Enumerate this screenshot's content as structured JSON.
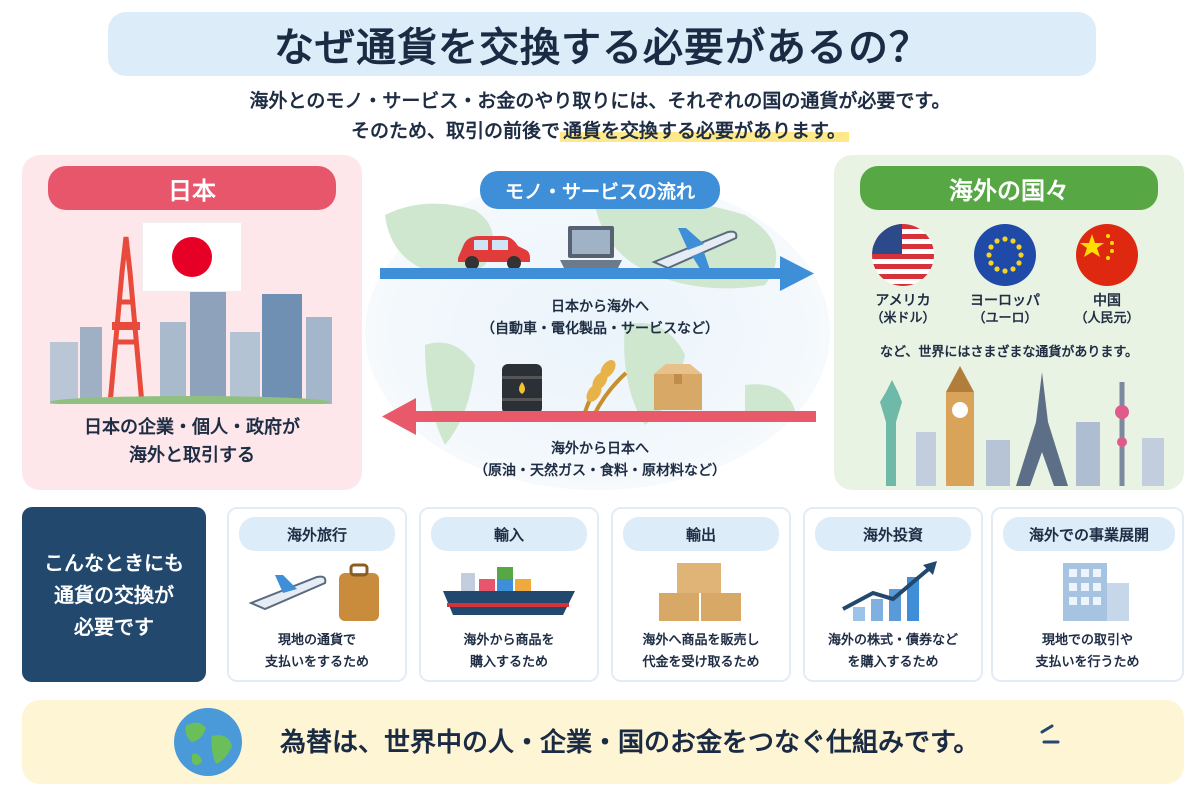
{
  "title": "なぜ通貨を交換する必要があるの？",
  "subtitle": {
    "line1": "海外とのモノ・サービス・お金のやり取りには、それぞれの国の通貨が必要です。",
    "line2_prefix": "そのため、取引の前後で",
    "line2_highlight": "通貨を交換する必要があります。"
  },
  "japan": {
    "label": "日本",
    "description_line1": "日本の企業・個人・政府が",
    "description_line2": "海外と取引する"
  },
  "flow": {
    "label": "モノ・サービスの流れ",
    "export_line1": "日本から海外へ",
    "export_line2": "（自動車・電化製品・サービスなど）",
    "import_line1": "海外から日本へ",
    "import_line2": "（原油・天然ガス・食料・原材料など）"
  },
  "overseas": {
    "label": "海外の国々",
    "countries": [
      {
        "name": "アメリカ",
        "currency": "（米ドル）"
      },
      {
        "name": "ヨーロッパ",
        "currency": "（ユーロ）"
      },
      {
        "name": "中国",
        "currency": "（人民元）"
      }
    ],
    "note": "など、世界にはさまざまな通貨があります。"
  },
  "cases": {
    "header": [
      "こんなときにも",
      "通貨の交換が",
      "必要です"
    ],
    "items": [
      {
        "title": "海外旅行",
        "desc1": "現地の通貨で",
        "desc2": "支払いをするため"
      },
      {
        "title": "輸入",
        "desc1": "海外から商品を",
        "desc2": "購入するため"
      },
      {
        "title": "輸出",
        "desc1": "海外へ商品を販売し",
        "desc2": "代金を受け取るため"
      },
      {
        "title": "海外投資",
        "desc1": "海外の株式・債券など",
        "desc2": "を購入するため"
      },
      {
        "title": "海外での事業展開",
        "desc1": "現地での取引や",
        "desc2": "支払いを行うため"
      }
    ]
  },
  "footer": "為替は、世界中の人・企業・国のお金をつなぐ仕組みです。",
  "colors": {
    "japan_accent": "#e8566c",
    "overseas_accent": "#57a845",
    "flow_accent": "#3f8fd8",
    "import_arrow": "#e85a6a",
    "navy": "#22486e"
  }
}
